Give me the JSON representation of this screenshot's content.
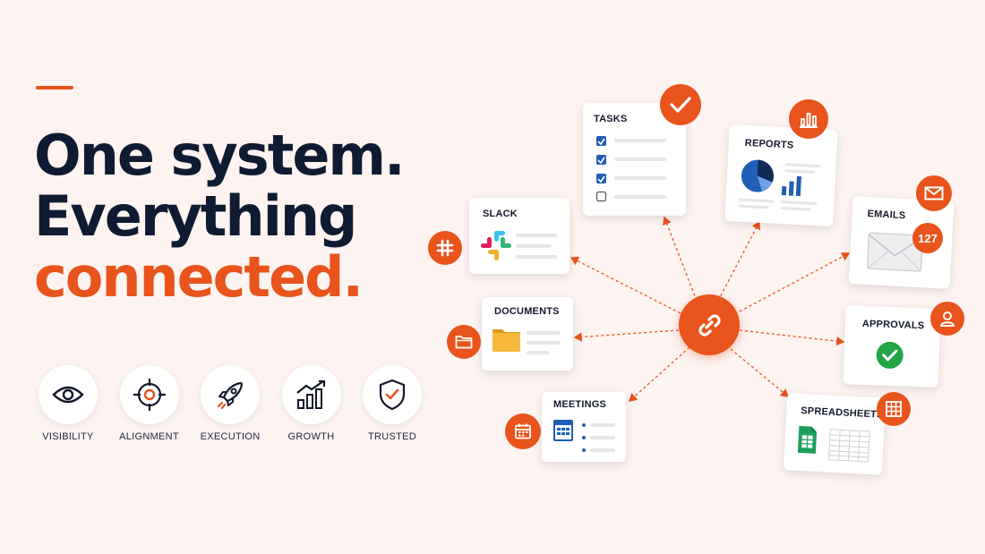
{
  "headline": {
    "line1": "One system.",
    "line2": "Everything",
    "line3": "connected."
  },
  "features": [
    {
      "label": "VISIBILITY",
      "icon": "eye-icon"
    },
    {
      "label": "ALIGNMENT",
      "icon": "target-icon"
    },
    {
      "label": "EXECUTION",
      "icon": "rocket-icon"
    },
    {
      "label": "GROWTH",
      "icon": "growth-chart-icon"
    },
    {
      "label": "TRUSTED",
      "icon": "shield-check-icon"
    }
  ],
  "cards": {
    "tasks": {
      "title": "TASKS"
    },
    "reports": {
      "title": "REPORTS"
    },
    "slack": {
      "title": "SLACK"
    },
    "emails": {
      "title": "EMAILS",
      "count": "127"
    },
    "documents": {
      "title": "DOCUMENTS"
    },
    "approvals": {
      "title": "APPROVALS"
    },
    "meetings": {
      "title": "MEETINGS"
    },
    "spreadsheets": {
      "title": "SPREADSHEETS"
    }
  },
  "hub": {
    "icon": "link-icon"
  },
  "colors": {
    "accent": "#e8541c",
    "navy": "#0f1b33",
    "background": "#fdf3f0"
  }
}
